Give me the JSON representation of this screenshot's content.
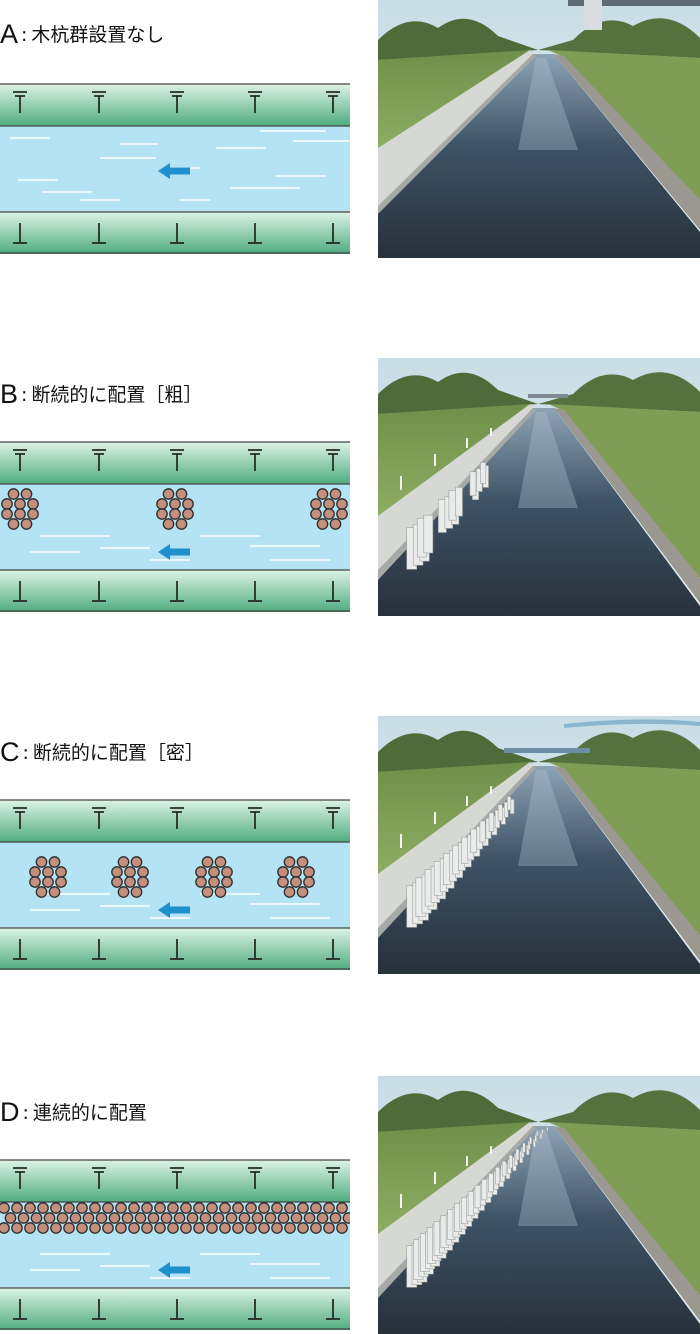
{
  "panels": [
    {
      "letter": "A",
      "colon": ":",
      "title": "木杭群設置なし",
      "layout": "none"
    },
    {
      "letter": "B",
      "colon": ":",
      "title": "断続的に配置［粗］",
      "layout": "sparse"
    },
    {
      "letter": "C",
      "colon": ":",
      "title": "断続的に配置［密］",
      "layout": "dense"
    },
    {
      "letter": "D",
      "colon": ":",
      "title": "連続的に配置",
      "layout": "continuous"
    }
  ],
  "colors": {
    "bank_light": "#ddf3e6",
    "bank_dark": "#4fac7e",
    "water": "#b3e3f4",
    "flow_arrow": "#1f8fcd",
    "pile_fill": "#c58f7d",
    "pile_stroke": "#2d2d2d",
    "bank_symbol": "#1a1a1a"
  },
  "icons": {
    "flow_direction": "arrow-left-icon",
    "pile": "pile-circle-icon",
    "bank_marker": "bank-tick-icon"
  }
}
